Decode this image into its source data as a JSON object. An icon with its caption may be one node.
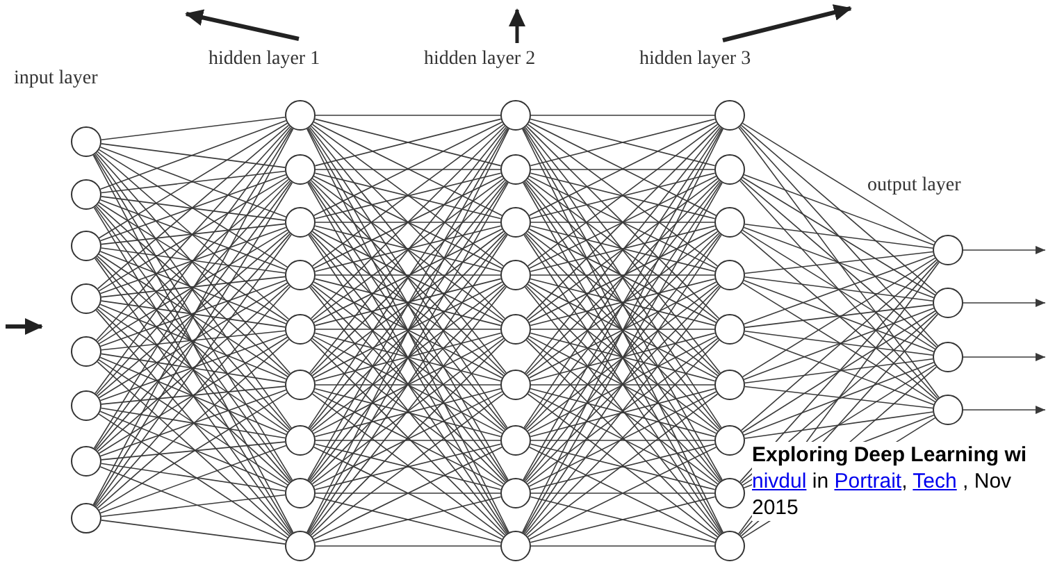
{
  "diagram": {
    "nodes": [
      {
        "text": [],
        "shape": "circle"
      },
      {
        "text": [],
        "shape": "circle"
      },
      {
        "text": [],
        "shape": "circle"
      },
      {
        "text": [],
        "shape": "circle"
      },
      {
        "text": [],
        "shape": "circle"
      },
      {
        "text": [],
        "shape": "circle"
      },
      {
        "text": [],
        "shape": "circle"
      },
      {
        "text": [],
        "shape": "circle"
      },
      {
        "text": [],
        "shape": "circle"
      },
      {
        "text": [],
        "shape": "circle"
      },
      {
        "text": [],
        "shape": "circle"
      },
      {
        "text": [],
        "shape": "circle"
      },
      {
        "text": [],
        "shape": "circle"
      },
      {
        "text": [],
        "shape": "circle"
      },
      {
        "text": [],
        "shape": "circle"
      },
      {
        "text": [],
        "shape": "circle"
      },
      {
        "text": [],
        "shape": "circle"
      },
      {
        "text": [],
        "shape": "circle"
      },
      {
        "text": [],
        "shape": "circle"
      },
      {
        "text": [],
        "shape": "circle"
      },
      {
        "text": [],
        "shape": "circle"
      },
      {
        "text": [],
        "shape": "circle"
      },
      {
        "text": [],
        "shape": "circle"
      },
      {
        "text": [],
        "shape": "circle"
      },
      {
        "text": [],
        "shape": "circle"
      },
      {
        "text": [],
        "shape": "circle"
      },
      {
        "text": [],
        "shape": "circle"
      },
      {
        "text": [],
        "shape": "circle"
      },
      {
        "text": [],
        "shape": "circle"
      },
      {
        "text": [],
        "shape": "circle"
      },
      {
        "text": [],
        "shape": "circle"
      },
      {
        "text": [],
        "shape": "circle"
      },
      {
        "text": [],
        "shape": "circle"
      },
      {
        "text": [],
        "shape": "circle"
      },
      {
        "text": [],
        "shape": "circle"
      },
      {
        "text": [],
        "shape": "circle"
      },
      {
        "text": [],
        "shape": "circle"
      },
      {
        "text": [],
        "shape": "circle"
      },
      {
        "text": [],
        "shape": "circle"
      }
    ],
    "edges": [
      {
        "from": 0,
        "to": 8,
        "arrow": "none"
      },
      {
        "from": 0,
        "to": 9,
        "arrow": "none"
      },
      {
        "from": 0,
        "to": 10,
        "arrow": "none"
      },
      {
        "from": 0,
        "to": 11,
        "arrow": "none"
      },
      {
        "from": 0,
        "to": 12,
        "arrow": "none"
      },
      {
        "from": 0,
        "to": 13,
        "arrow": "none"
      },
      {
        "from": 0,
        "to": 14,
        "arrow": "none"
      },
      {
        "from": 0,
        "to": 15,
        "arrow": "none"
      },
      {
        "from": 0,
        "to": 16,
        "arrow": "none"
      },
      {
        "from": 1,
        "to": 8,
        "arrow": "none"
      },
      {
        "from": 1,
        "to": 9,
        "arrow": "none"
      },
      {
        "from": 1,
        "to": 10,
        "arrow": "none"
      },
      {
        "from": 1,
        "to": 11,
        "arrow": "none"
      },
      {
        "from": 1,
        "to": 12,
        "arrow": "none"
      },
      {
        "from": 1,
        "to": 13,
        "arrow": "none"
      },
      {
        "from": 1,
        "to": 14,
        "arrow": "none"
      },
      {
        "from": 1,
        "to": 15,
        "arrow": "none"
      },
      {
        "from": 1,
        "to": 16,
        "arrow": "none"
      },
      {
        "from": 2,
        "to": 8,
        "arrow": "none"
      },
      {
        "from": 2,
        "to": 9,
        "arrow": "none"
      },
      {
        "from": 2,
        "to": 10,
        "arrow": "none"
      },
      {
        "from": 2,
        "to": 11,
        "arrow": "none"
      },
      {
        "from": 2,
        "to": 12,
        "arrow": "none"
      },
      {
        "from": 2,
        "to": 13,
        "arrow": "none"
      },
      {
        "from": 2,
        "to": 14,
        "arrow": "none"
      },
      {
        "from": 2,
        "to": 15,
        "arrow": "none"
      },
      {
        "from": 2,
        "to": 16,
        "arrow": "none"
      },
      {
        "from": 3,
        "to": 8,
        "arrow": "none"
      },
      {
        "from": 3,
        "to": 9,
        "arrow": "none"
      },
      {
        "from": 3,
        "to": 10,
        "arrow": "none"
      },
      {
        "from": 3,
        "to": 11,
        "arrow": "none"
      },
      {
        "from": 3,
        "to": 12,
        "arrow": "none"
      },
      {
        "from": 3,
        "to": 13,
        "arrow": "none"
      },
      {
        "from": 3,
        "to": 14,
        "arrow": "none"
      },
      {
        "from": 3,
        "to": 15,
        "arrow": "none"
      },
      {
        "from": 3,
        "to": 16,
        "arrow": "none"
      },
      {
        "from": 4,
        "to": 8,
        "arrow": "none"
      },
      {
        "from": 4,
        "to": 9,
        "arrow": "none"
      },
      {
        "from": 4,
        "to": 10,
        "arrow": "none"
      },
      {
        "from": 4,
        "to": 11,
        "arrow": "none"
      },
      {
        "from": 4,
        "to": 12,
        "arrow": "none"
      },
      {
        "from": 4,
        "to": 13,
        "arrow": "none"
      },
      {
        "from": 4,
        "to": 14,
        "arrow": "none"
      },
      {
        "from": 4,
        "to": 15,
        "arrow": "none"
      },
      {
        "from": 4,
        "to": 16,
        "arrow": "none"
      },
      {
        "from": 5,
        "to": 8,
        "arrow": "none"
      },
      {
        "from": 5,
        "to": 9,
        "arrow": "none"
      },
      {
        "from": 5,
        "to": 10,
        "arrow": "none"
      },
      {
        "from": 5,
        "to": 11,
        "arrow": "none"
      },
      {
        "from": 5,
        "to": 12,
        "arrow": "none"
      },
      {
        "from": 5,
        "to": 13,
        "arrow": "none"
      },
      {
        "from": 5,
        "to": 14,
        "arrow": "none"
      },
      {
        "from": 5,
        "to": 15,
        "arrow": "none"
      },
      {
        "from": 5,
        "to": 16,
        "arrow": "none"
      },
      {
        "from": 6,
        "to": 8,
        "arrow": "none"
      },
      {
        "from": 6,
        "to": 9,
        "arrow": "none"
      },
      {
        "from": 6,
        "to": 10,
        "arrow": "none"
      },
      {
        "from": 6,
        "to": 11,
        "arrow": "none"
      },
      {
        "from": 6,
        "to": 12,
        "arrow": "none"
      },
      {
        "from": 6,
        "to": 13,
        "arrow": "none"
      },
      {
        "from": 6,
        "to": 14,
        "arrow": "none"
      },
      {
        "from": 6,
        "to": 15,
        "arrow": "none"
      },
      {
        "from": 6,
        "to": 16,
        "arrow": "none"
      },
      {
        "from": 7,
        "to": 8,
        "arrow": "none"
      },
      {
        "from": 7,
        "to": 9,
        "arrow": "none"
      },
      {
        "from": 7,
        "to": 10,
        "arrow": "none"
      },
      {
        "from": 7,
        "to": 11,
        "arrow": "none"
      },
      {
        "from": 7,
        "to": 12,
        "arrow": "none"
      },
      {
        "from": 7,
        "to": 13,
        "arrow": "none"
      },
      {
        "from": 7,
        "to": 14,
        "arrow": "none"
      },
      {
        "from": 7,
        "to": 15,
        "arrow": "none"
      },
      {
        "from": 7,
        "to": 16,
        "arrow": "none"
      },
      {
        "from": 8,
        "to": 17,
        "arrow": "none"
      },
      {
        "from": 8,
        "to": 18,
        "arrow": "none"
      },
      {
        "from": 8,
        "to": 19,
        "arrow": "none"
      },
      {
        "from": 8,
        "to": 20,
        "arrow": "none"
      },
      {
        "from": 8,
        "to": 21,
        "arrow": "none"
      },
      {
        "from": 8,
        "to": 22,
        "arrow": "none"
      },
      {
        "from": 8,
        "to": 23,
        "arrow": "none"
      },
      {
        "from": 8,
        "to": 24,
        "arrow": "none"
      },
      {
        "from": 8,
        "to": 25,
        "arrow": "none"
      },
      {
        "from": 9,
        "to": 17,
        "arrow": "none"
      },
      {
        "from": 9,
        "to": 18,
        "arrow": "none"
      },
      {
        "from": 9,
        "to": 19,
        "arrow": "none"
      },
      {
        "from": 9,
        "to": 20,
        "arrow": "none"
      },
      {
        "from": 9,
        "to": 21,
        "arrow": "none"
      },
      {
        "from": 9,
        "to": 22,
        "arrow": "none"
      },
      {
        "from": 9,
        "to": 23,
        "arrow": "none"
      },
      {
        "from": 9,
        "to": 24,
        "arrow": "none"
      },
      {
        "from": 9,
        "to": 25,
        "arrow": "none"
      },
      {
        "from": 10,
        "to": 17,
        "arrow": "none"
      },
      {
        "from": 10,
        "to": 18,
        "arrow": "none"
      },
      {
        "from": 10,
        "to": 19,
        "arrow": "none"
      },
      {
        "from": 10,
        "to": 20,
        "arrow": "none"
      },
      {
        "from": 10,
        "to": 21,
        "arrow": "none"
      },
      {
        "from": 10,
        "to": 22,
        "arrow": "none"
      },
      {
        "from": 10,
        "to": 23,
        "arrow": "none"
      },
      {
        "from": 10,
        "to": 24,
        "arrow": "none"
      },
      {
        "from": 10,
        "to": 25,
        "arrow": "none"
      },
      {
        "from": 11,
        "to": 17,
        "arrow": "none"
      },
      {
        "from": 11,
        "to": 18,
        "arrow": "none"
      },
      {
        "from": 11,
        "to": 19,
        "arrow": "none"
      },
      {
        "from": 11,
        "to": 20,
        "arrow": "none"
      },
      {
        "from": 11,
        "to": 21,
        "arrow": "none"
      },
      {
        "from": 11,
        "to": 22,
        "arrow": "none"
      },
      {
        "from": 11,
        "to": 23,
        "arrow": "none"
      },
      {
        "from": 11,
        "to": 24,
        "arrow": "none"
      },
      {
        "from": 11,
        "to": 25,
        "arrow": "none"
      },
      {
        "from": 12,
        "to": 17,
        "arrow": "none"
      },
      {
        "from": 12,
        "to": 18,
        "arrow": "none"
      },
      {
        "from": 12,
        "to": 19,
        "arrow": "none"
      },
      {
        "from": 12,
        "to": 20,
        "arrow": "none"
      },
      {
        "from": 12,
        "to": 21,
        "arrow": "none"
      },
      {
        "from": 12,
        "to": 22,
        "arrow": "none"
      },
      {
        "from": 12,
        "to": 23,
        "arrow": "none"
      },
      {
        "from": 12,
        "to": 24,
        "arrow": "none"
      },
      {
        "from": 12,
        "to": 25,
        "arrow": "none"
      },
      {
        "from": 13,
        "to": 17,
        "arrow": "none"
      },
      {
        "from": 13,
        "to": 18,
        "arrow": "none"
      },
      {
        "from": 13,
        "to": 19,
        "arrow": "none"
      },
      {
        "from": 13,
        "to": 20,
        "arrow": "none"
      },
      {
        "from": 13,
        "to": 21,
        "arrow": "none"
      },
      {
        "from": 13,
        "to": 22,
        "arrow": "none"
      },
      {
        "from": 13,
        "to": 23,
        "arrow": "none"
      },
      {
        "from": 13,
        "to": 24,
        "arrow": "none"
      },
      {
        "from": 13,
        "to": 25,
        "arrow": "none"
      },
      {
        "from": 14,
        "to": 17,
        "arrow": "none"
      },
      {
        "from": 14,
        "to": 18,
        "arrow": "none"
      },
      {
        "from": 14,
        "to": 19,
        "arrow": "none"
      },
      {
        "from": 14,
        "to": 20,
        "arrow": "none"
      },
      {
        "from": 14,
        "to": 21,
        "arrow": "none"
      },
      {
        "from": 14,
        "to": 22,
        "arrow": "none"
      },
      {
        "from": 14,
        "to": 23,
        "arrow": "none"
      },
      {
        "from": 14,
        "to": 24,
        "arrow": "none"
      },
      {
        "from": 14,
        "to": 25,
        "arrow": "none"
      },
      {
        "from": 15,
        "to": 17,
        "arrow": "none"
      },
      {
        "from": 15,
        "to": 18,
        "arrow": "none"
      },
      {
        "from": 15,
        "to": 19,
        "arrow": "none"
      },
      {
        "from": 15,
        "to": 20,
        "arrow": "none"
      },
      {
        "from": 15,
        "to": 21,
        "arrow": "none"
      },
      {
        "from": 15,
        "to": 22,
        "arrow": "none"
      },
      {
        "from": 15,
        "to": 23,
        "arrow": "none"
      },
      {
        "from": 15,
        "to": 24,
        "arrow": "none"
      },
      {
        "from": 15,
        "to": 25,
        "arrow": "none"
      },
      {
        "from": 16,
        "to": 17,
        "arrow": "none"
      },
      {
        "from": 16,
        "to": 18,
        "arrow": "none"
      },
      {
        "from": 16,
        "to": 19,
        "arrow": "none"
      },
      {
        "from": 16,
        "to": 20,
        "arrow": "none"
      },
      {
        "from": 16,
        "to": 21,
        "arrow": "none"
      },
      {
        "from": 16,
        "to": 22,
        "arrow": "none"
      },
      {
        "from": 16,
        "to": 23,
        "arrow": "none"
      },
      {
        "from": 16,
        "to": 24,
        "arrow": "none"
      },
      {
        "from": 16,
        "to": 25,
        "arrow": "none"
      },
      {
        "from": 17,
        "to": 26,
        "arrow": "none"
      },
      {
        "from": 17,
        "to": 27,
        "arrow": "none"
      },
      {
        "from": 17,
        "to": 28,
        "arrow": "none"
      },
      {
        "from": 17,
        "to": 29,
        "arrow": "none"
      },
      {
        "from": 17,
        "to": 30,
        "arrow": "none"
      },
      {
        "from": 17,
        "to": 31,
        "arrow": "none"
      },
      {
        "from": 17,
        "to": 32,
        "arrow": "none"
      },
      {
        "from": 17,
        "to": 33,
        "arrow": "none"
      },
      {
        "from": 17,
        "to": 34,
        "arrow": "none"
      },
      {
        "from": 18,
        "to": 26,
        "arrow": "none"
      },
      {
        "from": 18,
        "to": 27,
        "arrow": "none"
      },
      {
        "from": 18,
        "to": 28,
        "arrow": "none"
      },
      {
        "from": 18,
        "to": 29,
        "arrow": "none"
      },
      {
        "from": 18,
        "to": 30,
        "arrow": "none"
      },
      {
        "from": 18,
        "to": 31,
        "arrow": "none"
      },
      {
        "from": 18,
        "to": 32,
        "arrow": "none"
      },
      {
        "from": 18,
        "to": 33,
        "arrow": "none"
      },
      {
        "from": 18,
        "to": 34,
        "arrow": "none"
      },
      {
        "from": 19,
        "to": 26,
        "arrow": "none"
      },
      {
        "from": 19,
        "to": 27,
        "arrow": "none"
      },
      {
        "from": 19,
        "to": 28,
        "arrow": "none"
      },
      {
        "from": 19,
        "to": 29,
        "arrow": "none"
      },
      {
        "from": 19,
        "to": 30,
        "arrow": "none"
      },
      {
        "from": 19,
        "to": 31,
        "arrow": "none"
      },
      {
        "from": 19,
        "to": 32,
        "arrow": "none"
      },
      {
        "from": 19,
        "to": 33,
        "arrow": "none"
      },
      {
        "from": 19,
        "to": 34,
        "arrow": "none"
      },
      {
        "from": 20,
        "to": 26,
        "arrow": "none"
      },
      {
        "from": 20,
        "to": 27,
        "arrow": "none"
      },
      {
        "from": 20,
        "to": 28,
        "arrow": "none"
      },
      {
        "from": 20,
        "to": 29,
        "arrow": "none"
      },
      {
        "from": 20,
        "to": 30,
        "arrow": "none"
      },
      {
        "from": 20,
        "to": 31,
        "arrow": "none"
      },
      {
        "from": 20,
        "to": 32,
        "arrow": "none"
      },
      {
        "from": 20,
        "to": 33,
        "arrow": "none"
      },
      {
        "from": 20,
        "to": 34,
        "arrow": "none"
      },
      {
        "from": 21,
        "to": 26,
        "arrow": "none"
      },
      {
        "from": 21,
        "to": 27,
        "arrow": "none"
      },
      {
        "from": 21,
        "to": 28,
        "arrow": "none"
      },
      {
        "from": 21,
        "to": 29,
        "arrow": "none"
      },
      {
        "from": 21,
        "to": 30,
        "arrow": "none"
      },
      {
        "from": 21,
        "to": 31,
        "arrow": "none"
      },
      {
        "from": 21,
        "to": 32,
        "arrow": "none"
      },
      {
        "from": 21,
        "to": 33,
        "arrow": "none"
      },
      {
        "from": 21,
        "to": 34,
        "arrow": "none"
      },
      {
        "from": 22,
        "to": 26,
        "arrow": "none"
      },
      {
        "from": 22,
        "to": 27,
        "arrow": "none"
      },
      {
        "from": 22,
        "to": 28,
        "arrow": "none"
      },
      {
        "from": 22,
        "to": 29,
        "arrow": "none"
      },
      {
        "from": 22,
        "to": 30,
        "arrow": "none"
      },
      {
        "from": 22,
        "to": 31,
        "arrow": "none"
      },
      {
        "from": 22,
        "to": 32,
        "arrow": "none"
      },
      {
        "from": 22,
        "to": 33,
        "arrow": "none"
      },
      {
        "from": 22,
        "to": 34,
        "arrow": "none"
      },
      {
        "from": 23,
        "to": 26,
        "arrow": "none"
      },
      {
        "from": 23,
        "to": 27,
        "arrow": "none"
      },
      {
        "from": 23,
        "to": 28,
        "arrow": "none"
      },
      {
        "from": 23,
        "to": 29,
        "arrow": "none"
      },
      {
        "from": 23,
        "to": 30,
        "arrow": "none"
      },
      {
        "from": 23,
        "to": 31,
        "arrow": "none"
      },
      {
        "from": 23,
        "to": 32,
        "arrow": "none"
      },
      {
        "from": 23,
        "to": 33,
        "arrow": "none"
      },
      {
        "from": 23,
        "to": 34,
        "arrow": "none"
      },
      {
        "from": 24,
        "to": 26,
        "arrow": "none"
      },
      {
        "from": 24,
        "to": 27,
        "arrow": "none"
      },
      {
        "from": 24,
        "to": 28,
        "arrow": "none"
      },
      {
        "from": 24,
        "to": 29,
        "arrow": "none"
      },
      {
        "from": 24,
        "to": 30,
        "arrow": "none"
      },
      {
        "from": 24,
        "to": 31,
        "arrow": "none"
      },
      {
        "from": 24,
        "to": 32,
        "arrow": "none"
      },
      {
        "from": 24,
        "to": 33,
        "arrow": "none"
      },
      {
        "from": 24,
        "to": 34,
        "arrow": "none"
      },
      {
        "from": 25,
        "to": 26,
        "arrow": "none"
      },
      {
        "from": 25,
        "to": 27,
        "arrow": "none"
      },
      {
        "from": 25,
        "to": 28,
        "arrow": "none"
      },
      {
        "from": 25,
        "to": 29,
        "arrow": "none"
      },
      {
        "from": 25,
        "to": 30,
        "arrow": "none"
      },
      {
        "from": 25,
        "to": 31,
        "arrow": "none"
      },
      {
        "from": 25,
        "to": 32,
        "arrow": "none"
      },
      {
        "from": 25,
        "to": 33,
        "arrow": "none"
      },
      {
        "from": 25,
        "to": 34,
        "arrow": "none"
      },
      {
        "from": 26,
        "to": 35,
        "arrow": "none"
      },
      {
        "from": 26,
        "to": 36,
        "arrow": "none"
      },
      {
        "from": 26,
        "to": 37,
        "arrow": "none"
      },
      {
        "from": 26,
        "to": 38,
        "arrow": "none"
      },
      {
        "from": 27,
        "to": 35,
        "arrow": "none"
      },
      {
        "from": 27,
        "to": 36,
        "arrow": "none"
      },
      {
        "from": 27,
        "to": 37,
        "arrow": "none"
      },
      {
        "from": 27,
        "to": 38,
        "arrow": "none"
      },
      {
        "from": 28,
        "to": 35,
        "arrow": "none"
      },
      {
        "from": 28,
        "to": 36,
        "arrow": "none"
      },
      {
        "from": 28,
        "to": 37,
        "arrow": "none"
      },
      {
        "from": 28,
        "to": 38,
        "arrow": "none"
      },
      {
        "from": 29,
        "to": 35,
        "arrow": "none"
      },
      {
        "from": 29,
        "to": 36,
        "arrow": "none"
      },
      {
        "from": 29,
        "to": 37,
        "arrow": "none"
      },
      {
        "from": 29,
        "to": 38,
        "arrow": "none"
      },
      {
        "from": 30,
        "to": 35,
        "arrow": "none"
      },
      {
        "from": 30,
        "to": 36,
        "arrow": "none"
      },
      {
        "from": 30,
        "to": 37,
        "arrow": "none"
      },
      {
        "from": 30,
        "to": 38,
        "arrow": "none"
      },
      {
        "from": 31,
        "to": 35,
        "arrow": "none"
      },
      {
        "from": 31,
        "to": 36,
        "arrow": "none"
      },
      {
        "from": 31,
        "to": 37,
        "arrow": "none"
      },
      {
        "from": 31,
        "to": 38,
        "arrow": "none"
      },
      {
        "from": 32,
        "to": 35,
        "arrow": "none"
      },
      {
        "from": 32,
        "to": 36,
        "arrow": "none"
      },
      {
        "from": 32,
        "to": 37,
        "arrow": "none"
      },
      {
        "from": 32,
        "to": 38,
        "arrow": "none"
      },
      {
        "from": 33,
        "to": 35,
        "arrow": "none"
      },
      {
        "from": 33,
        "to": 36,
        "arrow": "none"
      },
      {
        "from": 33,
        "to": 37,
        "arrow": "none"
      },
      {
        "from": 33,
        "to": 38,
        "arrow": "none"
      },
      {
        "from": 34,
        "to": 35,
        "arrow": "none"
      },
      {
        "from": 34,
        "to": 36,
        "arrow": "none"
      },
      {
        "from": 34,
        "to": 37,
        "arrow": "none"
      },
      {
        "from": 34,
        "to": 38,
        "arrow": "none"
      },
      {
        "from": 35,
        "to": null,
        "arrow": "to"
      },
      {
        "from": 36,
        "to": null,
        "arrow": "to"
      },
      {
        "from": 37,
        "to": null,
        "arrow": "to"
      },
      {
        "from": 38,
        "to": null,
        "arrow": "to"
      }
    ],
    "labels": [
      "input layer",
      "hidden layer 1",
      "hidden layer 2",
      "hidden layer 3",
      "output layer",
      "Exploring Deep Learning wi",
      "nivdul",
      "in",
      "Portrait",
      ",",
      "Tech",
      ", Nov 2015"
    ]
  }
}
